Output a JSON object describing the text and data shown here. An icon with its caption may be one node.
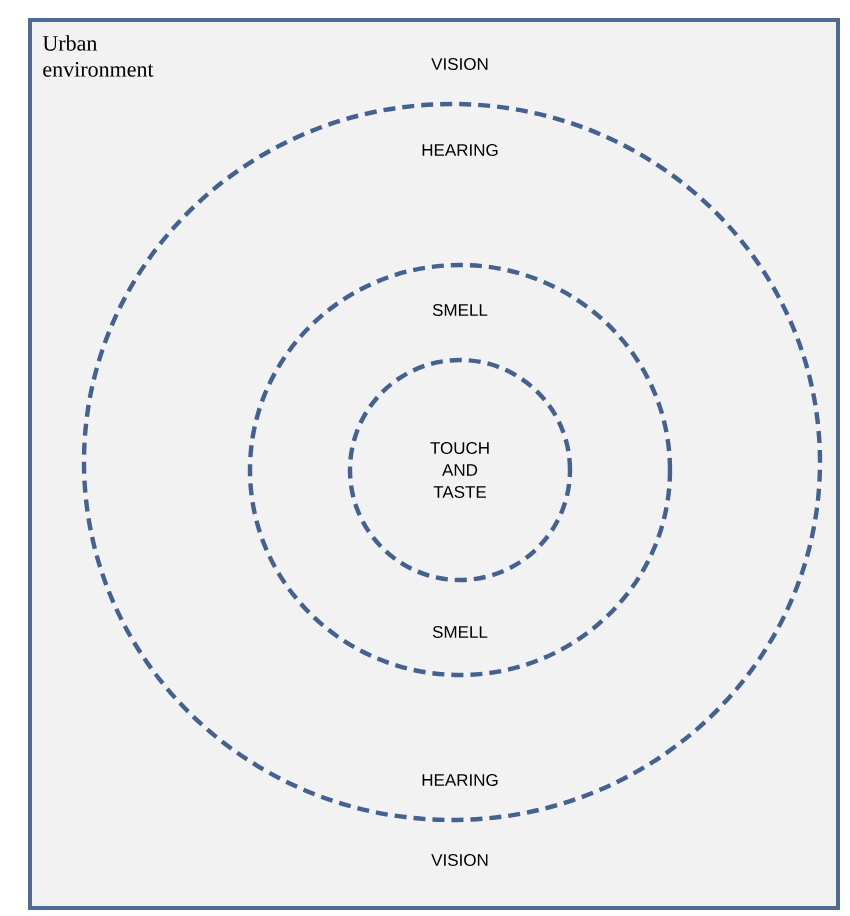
{
  "diagram": {
    "nodes": [
      {
        "text": [
          "Urban environment",
          "VISION",
          "VISION"
        ]
      },
      {
        "text": [
          "HEARING",
          "HEARING"
        ],
        "in": 0
      },
      {
        "text": [
          "SMELL",
          "SMELL"
        ],
        "in": 1
      },
      {
        "text": [
          "TOUCH AND TASTE"
        ],
        "in": 2
      }
    ]
  }
}
